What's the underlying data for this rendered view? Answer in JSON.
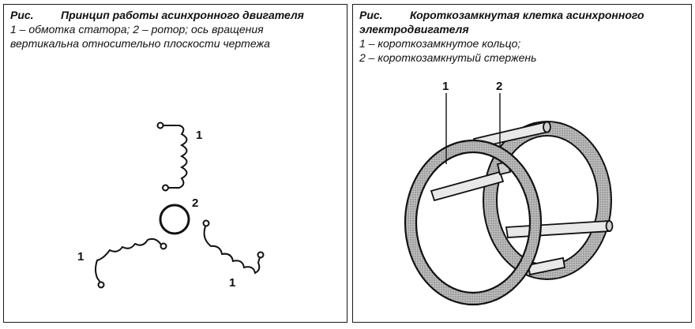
{
  "left_figure": {
    "fig_label": "Рис.",
    "title": "Принцип работы асинхронного двигателя",
    "line1": "1 – обмотка статора; 2 – ротор; ось вращения",
    "line2": "вертикальна относительно плоскости чертежа",
    "label_coil_top": "1",
    "label_rotor": "2",
    "label_coil_left": "1",
    "label_coil_right": "1"
  },
  "right_figure": {
    "fig_label": "Рис.",
    "title_line1": "Короткозамкнутая клетка асинхронного",
    "title_line2": "электродвигателя",
    "line1": "1 – короткозамкнутое кольцо;",
    "line2": "2 – короткозамкнутый стержень",
    "label_ring": "1",
    "label_bar": "2"
  }
}
